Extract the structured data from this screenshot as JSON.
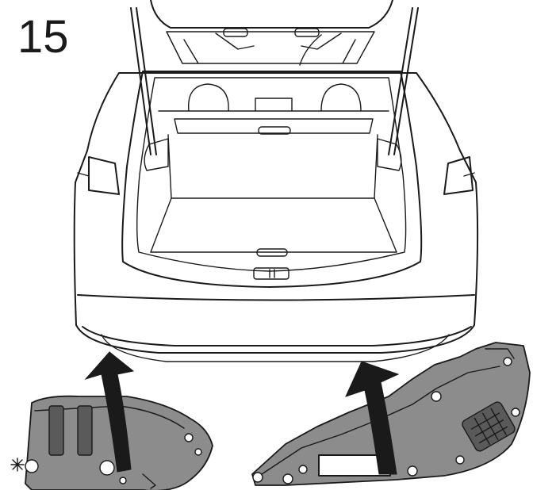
{
  "step": {
    "number": "15"
  },
  "colors": {
    "outline": "#1a1a1a",
    "trim_panel": "#8c8c8c",
    "trim_detail": "#5a5a5a",
    "background": "#ffffff"
  },
  "icons": [
    "step-number",
    "car-rear-outline",
    "left-trim-panel",
    "right-trim-panel",
    "curved-arrow-left",
    "curved-arrow-right"
  ]
}
